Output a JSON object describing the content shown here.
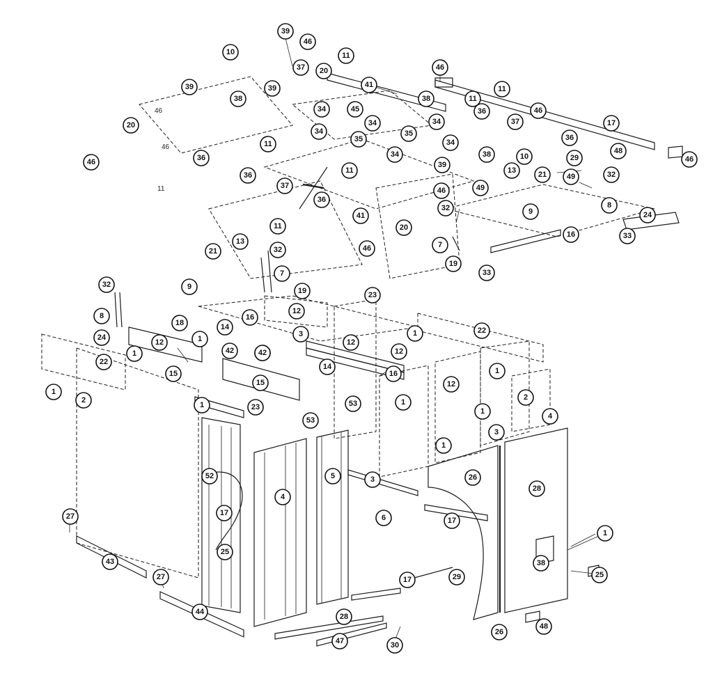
{
  "diagram": {
    "callouts": [
      {
        "label": "39"
      },
      {
        "label": "46"
      },
      {
        "label": "11"
      },
      {
        "label": "10"
      },
      {
        "label": "20"
      },
      {
        "label": "41"
      },
      {
        "label": "46"
      },
      {
        "label": "11"
      },
      {
        "label": "11"
      },
      {
        "label": "39"
      },
      {
        "label": "38"
      },
      {
        "label": "39"
      },
      {
        "label": "38"
      },
      {
        "label": "45"
      },
      {
        "label": "36"
      },
      {
        "label": "37"
      },
      {
        "label": "46"
      },
      {
        "label": "17"
      },
      {
        "label": "20"
      },
      {
        "label": "34"
      },
      {
        "label": "34"
      },
      {
        "label": "34"
      },
      {
        "label": "35"
      },
      {
        "label": "37"
      },
      {
        "label": "36"
      },
      {
        "label": "34"
      },
      {
        "label": "35"
      },
      {
        "label": "34"
      },
      {
        "label": "34"
      },
      {
        "label": "11"
      },
      {
        "label": "38"
      },
      {
        "label": "10"
      },
      {
        "label": "29"
      },
      {
        "label": "48"
      },
      {
        "label": "46"
      },
      {
        "label": "46"
      },
      {
        "label": "36"
      },
      {
        "label": "11"
      },
      {
        "label": "39"
      },
      {
        "label": "13"
      },
      {
        "label": "21"
      },
      {
        "label": "49"
      },
      {
        "label": "32"
      },
      {
        "label": "36"
      },
      {
        "label": "37"
      },
      {
        "label": "46"
      },
      {
        "label": "49"
      },
      {
        "label": "36"
      },
      {
        "label": "32"
      },
      {
        "label": "9"
      },
      {
        "label": "8"
      },
      {
        "label": "24"
      },
      {
        "label": "11"
      },
      {
        "label": "41"
      },
      {
        "label": "20"
      },
      {
        "label": "16"
      },
      {
        "label": "33"
      },
      {
        "label": "21"
      },
      {
        "label": "13"
      },
      {
        "label": "32"
      },
      {
        "label": "46"
      },
      {
        "label": "7"
      },
      {
        "label": "19"
      },
      {
        "label": "33"
      },
      {
        "label": "7"
      },
      {
        "label": "32"
      },
      {
        "label": "9"
      },
      {
        "label": "19"
      },
      {
        "label": "23"
      },
      {
        "label": "8"
      },
      {
        "label": "12"
      },
      {
        "label": "16"
      },
      {
        "label": "22"
      },
      {
        "label": "24"
      },
      {
        "label": "18"
      },
      {
        "label": "14"
      },
      {
        "label": "3"
      },
      {
        "label": "12"
      },
      {
        "label": "42"
      },
      {
        "label": "15"
      },
      {
        "label": "1"
      },
      {
        "label": "12"
      },
      {
        "label": "42"
      },
      {
        "label": "42"
      },
      {
        "label": "12"
      },
      {
        "label": "22"
      },
      {
        "label": "1"
      },
      {
        "label": "14"
      },
      {
        "label": "16"
      },
      {
        "label": "1"
      },
      {
        "label": "15"
      },
      {
        "label": "12"
      },
      {
        "label": "1"
      },
      {
        "label": "2"
      },
      {
        "label": "2"
      },
      {
        "label": "1"
      },
      {
        "label": "23"
      },
      {
        "label": "1"
      },
      {
        "label": "1"
      },
      {
        "label": "4"
      },
      {
        "label": "53"
      },
      {
        "label": "3"
      },
      {
        "label": "53"
      },
      {
        "label": "1"
      },
      {
        "label": "1"
      },
      {
        "label": "52"
      },
      {
        "label": "26"
      },
      {
        "label": "5"
      },
      {
        "label": "4"
      },
      {
        "label": "3"
      },
      {
        "label": "28"
      },
      {
        "label": "6"
      },
      {
        "label": "17"
      },
      {
        "label": "17"
      },
      {
        "label": "27"
      },
      {
        "label": "25"
      },
      {
        "label": "1"
      },
      {
        "label": "38"
      },
      {
        "label": "43"
      },
      {
        "label": "27"
      },
      {
        "label": "17"
      },
      {
        "label": "29"
      },
      {
        "label": "25"
      },
      {
        "label": "44"
      },
      {
        "label": "28"
      },
      {
        "label": "26"
      },
      {
        "label": "48"
      },
      {
        "label": "47"
      },
      {
        "label": "30"
      },
      {
        "label": "44"
      }
    ],
    "free_labels": [
      {
        "text": "46"
      },
      {
        "text": "46"
      },
      {
        "text": "11"
      }
    ]
  }
}
